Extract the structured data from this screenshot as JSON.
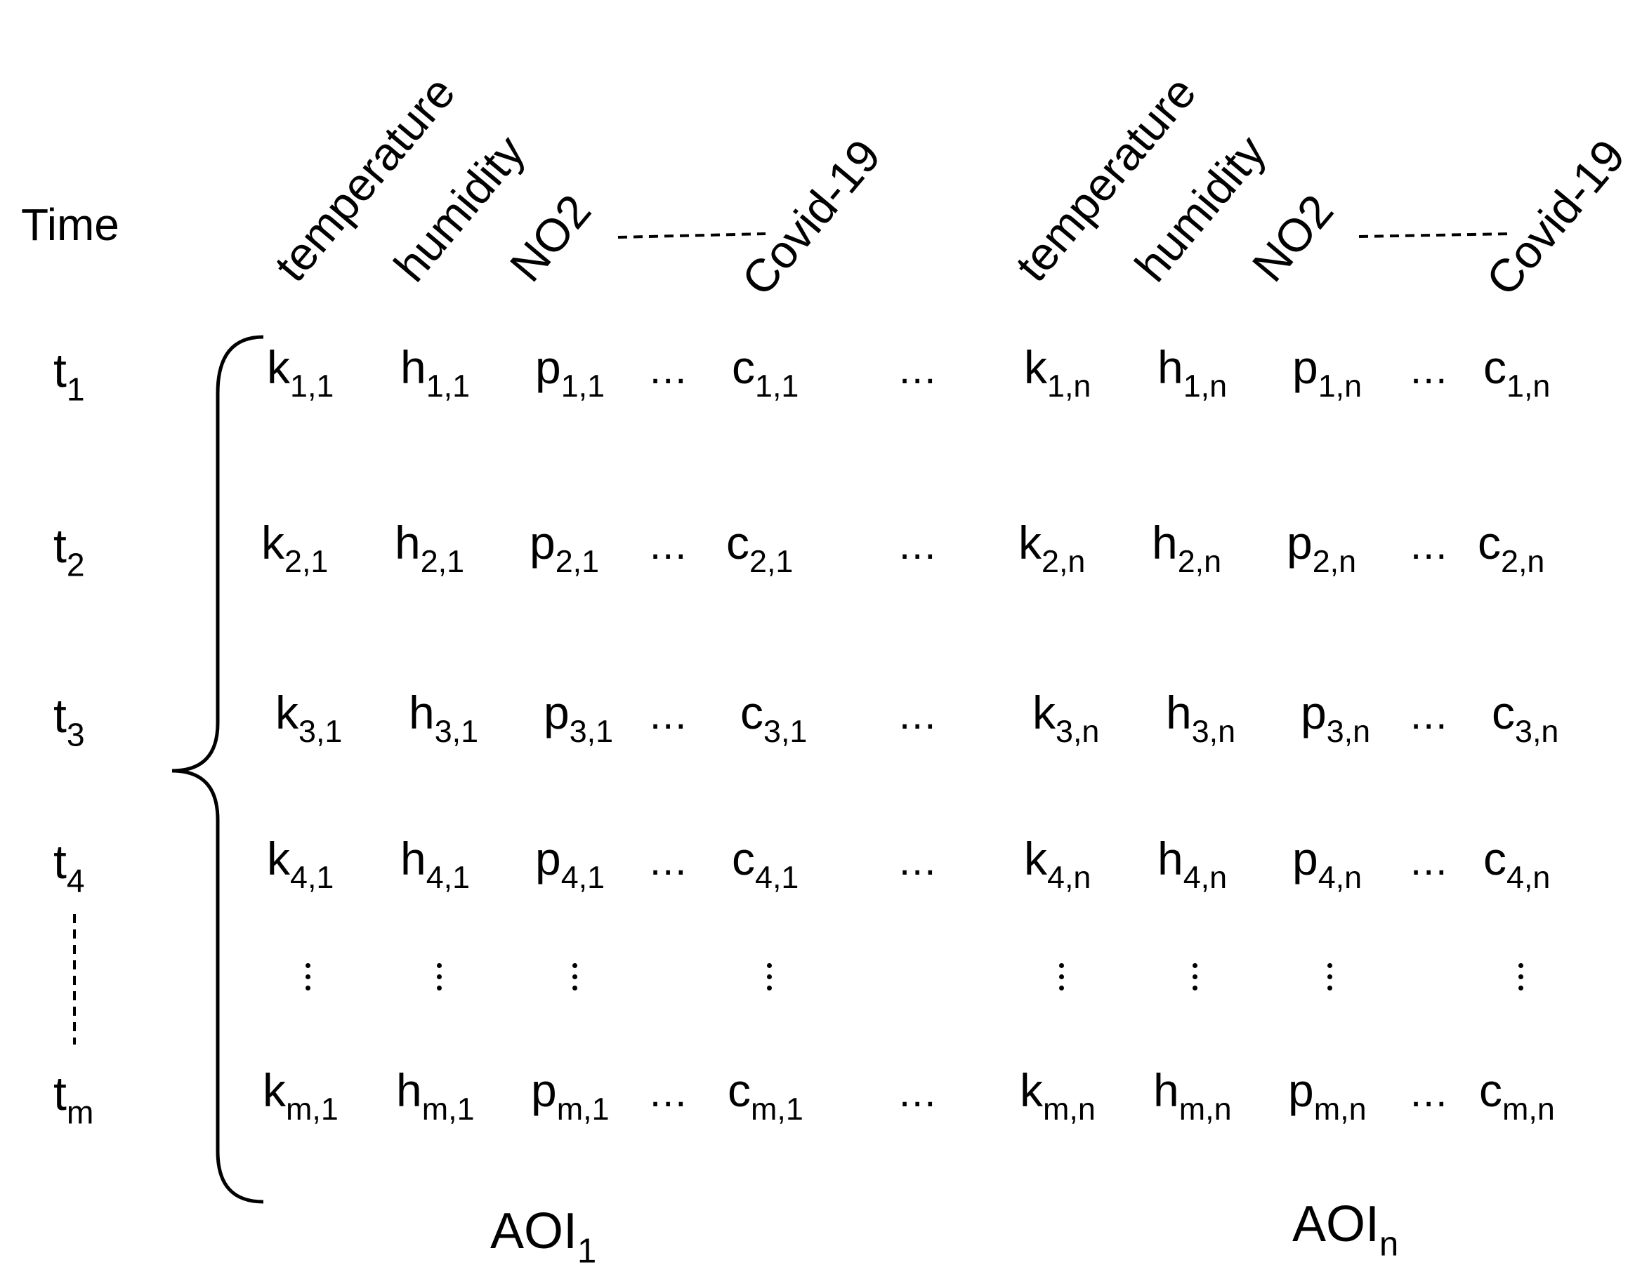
{
  "time_label": "Time",
  "headers": {
    "aoi_1": [
      "temperature",
      "humidity",
      "NO2",
      "Covid-19"
    ],
    "aoi_n": [
      "temperature",
      "humidity",
      "NO2",
      "Covid-19"
    ]
  },
  "time_rows": [
    {
      "base": "t",
      "sub": "1"
    },
    {
      "base": "t",
      "sub": "2"
    },
    {
      "base": "t",
      "sub": "3"
    },
    {
      "base": "t",
      "sub": "4"
    },
    {
      "base": "t",
      "sub": "m"
    }
  ],
  "rows": [
    {
      "aoi_1": [
        {
          "b": "k",
          "s": "1,1"
        },
        {
          "b": "h",
          "s": "1,1"
        },
        {
          "b": "p",
          "s": "1,1"
        },
        {
          "b": "c",
          "s": "1,1"
        }
      ],
      "aoi_n": [
        {
          "b": "k",
          "s": "1,n"
        },
        {
          "b": "h",
          "s": "1,n"
        },
        {
          "b": "p",
          "s": "1,n"
        },
        {
          "b": "c",
          "s": "1,n"
        }
      ]
    },
    {
      "aoi_1": [
        {
          "b": "k",
          "s": "2,1"
        },
        {
          "b": "h",
          "s": "2,1"
        },
        {
          "b": "p",
          "s": "2,1"
        },
        {
          "b": "c",
          "s": "2,1"
        }
      ],
      "aoi_n": [
        {
          "b": "k",
          "s": "2,n"
        },
        {
          "b": "h",
          "s": "2,n"
        },
        {
          "b": "p",
          "s": "2,n"
        },
        {
          "b": "c",
          "s": "2,n"
        }
      ]
    },
    {
      "aoi_1": [
        {
          "b": "k",
          "s": "3,1"
        },
        {
          "b": "h",
          "s": "3,1"
        },
        {
          "b": "p",
          "s": "3,1"
        },
        {
          "b": "c",
          "s": "3,1"
        }
      ],
      "aoi_n": [
        {
          "b": "k",
          "s": "3,n"
        },
        {
          "b": "h",
          "s": "3,n"
        },
        {
          "b": "p",
          "s": "3,n"
        },
        {
          "b": "c",
          "s": "3,n"
        }
      ]
    },
    {
      "aoi_1": [
        {
          "b": "k",
          "s": "4,1"
        },
        {
          "b": "h",
          "s": "4,1"
        },
        {
          "b": "p",
          "s": "4,1"
        },
        {
          "b": "c",
          "s": "4,1"
        }
      ],
      "aoi_n": [
        {
          "b": "k",
          "s": "4,n"
        },
        {
          "b": "h",
          "s": "4,n"
        },
        {
          "b": "p",
          "s": "4,n"
        },
        {
          "b": "c",
          "s": "4,n"
        }
      ]
    },
    {
      "aoi_1": [
        {
          "b": "k",
          "s": "m,1"
        },
        {
          "b": "h",
          "s": "m,1"
        },
        {
          "b": "p",
          "s": "m,1"
        },
        {
          "b": "c",
          "s": "m,1"
        }
      ],
      "aoi_n": [
        {
          "b": "k",
          "s": "m,n"
        },
        {
          "b": "h",
          "s": "m,n"
        },
        {
          "b": "p",
          "s": "m,n"
        },
        {
          "b": "c",
          "s": "m,n"
        }
      ]
    }
  ],
  "ellipsis": "...",
  "aoi_labels": [
    {
      "base": "AOI",
      "sub": "1"
    },
    {
      "base": "AOI",
      "sub": "n"
    }
  ]
}
